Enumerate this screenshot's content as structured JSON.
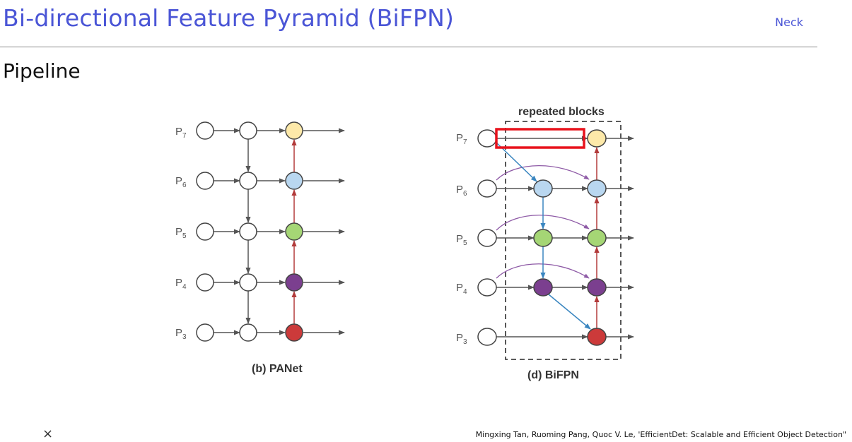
{
  "header": {
    "title": "Bi-directional Feature Pyramid (BiFPN)",
    "tag": "Neck"
  },
  "section": {
    "title": "Pipeline"
  },
  "figure": {
    "panet": {
      "caption": "(b) PANet",
      "levels": [
        {
          "base": "P",
          "sub": "7"
        },
        {
          "base": "P",
          "sub": "6"
        },
        {
          "base": "P",
          "sub": "5"
        },
        {
          "base": "P",
          "sub": "4"
        },
        {
          "base": "P",
          "sub": "3"
        }
      ]
    },
    "bifpn": {
      "caption": "(d) BiFPN",
      "box_label": "repeated blocks",
      "levels": [
        {
          "base": "P",
          "sub": "7"
        },
        {
          "base": "P",
          "sub": "6"
        },
        {
          "base": "P",
          "sub": "5"
        },
        {
          "base": "P",
          "sub": "4"
        },
        {
          "base": "P",
          "sub": "3"
        }
      ]
    },
    "colors": {
      "p7_node": "#fde9a9",
      "p6_node": "#b9d7f0",
      "p5_node": "#a5d675",
      "p4_node": "#7b3f8f",
      "p3_node": "#cc3a3a",
      "lateral_arrow": "#555555",
      "top_down_arrow": "#3a86c0",
      "bottom_up_arrow": "#b23a3a",
      "skip_arrow": "#8e5aa6",
      "highlight": "#e8121c"
    }
  },
  "footer": {
    "close_symbol": "×",
    "citation": "Mingxing Tan, Ruoming Pang, Quoc V. Le, 'EfficientDet: Scalable and Efficient Object Detection\""
  }
}
